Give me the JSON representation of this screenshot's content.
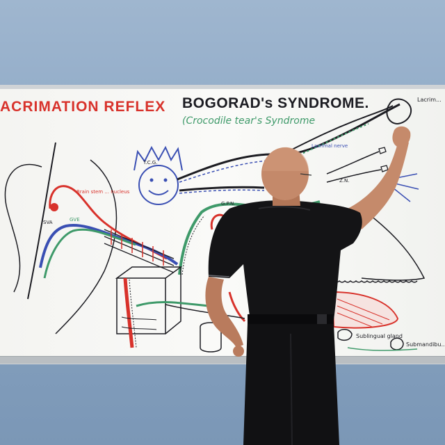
{
  "whiteboard": {
    "title_left": "ACRIMATION REFLEX",
    "title_right": "BOGORAD's SYNDROME.",
    "subtitle": "(Crocodile tear's Syndrome",
    "labels": {
      "tcg": "T.C.G.",
      "lacrimal": "Lacrim...",
      "lacrimal_nerve": "Lacrimal nerve",
      "zn": "Z.N.",
      "gpn": "G.P.N.",
      "sva": "SVA",
      "gve": "GVE",
      "brainstem": "Brain stem ... nucleus",
      "sublingual": "Sublingual gland",
      "submandibular": "Submandibu..."
    }
  },
  "colors": {
    "red_marker": "#d8322b",
    "black_marker": "#1c1c22",
    "green_marker": "#3f9a6a",
    "blue_marker": "#3a4fb3"
  }
}
